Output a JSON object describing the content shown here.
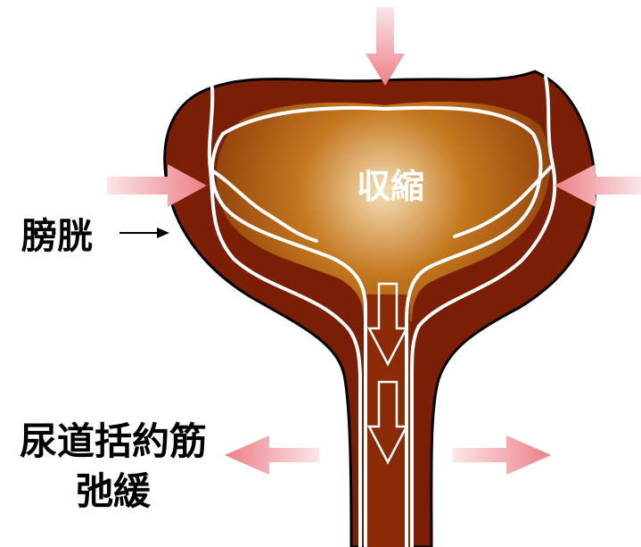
{
  "labels": {
    "contraction": "収縮",
    "bladder": "膀胱",
    "sphincter_line1": "尿道括約筋",
    "sphincter_line2": "弛緩"
  },
  "colors": {
    "background": "#ffffff",
    "wall": "#7a1e05",
    "inner_light": "#f6dfb8",
    "inner_mid": "#c4771e",
    "inner_dark": "#8a3a08",
    "outline": "#000000",
    "vein": "#ffffff",
    "arrow_pink": "#ec7f86",
    "arrow_pale": "#fbe6e8",
    "text": "#000000",
    "contraction_text": "#ffffff"
  }
}
